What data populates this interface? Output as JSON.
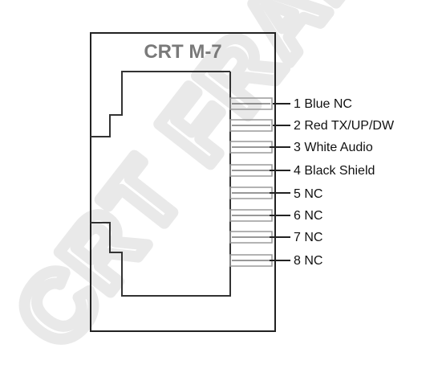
{
  "diagram": {
    "title": "CRT M-7",
    "watermark": "CRT FRANCE",
    "pins": [
      {
        "label": "1 Blue NC"
      },
      {
        "label": "2 Red TX/UP/DW"
      },
      {
        "label": "3 White Audio"
      },
      {
        "label": "4 Black Shield"
      },
      {
        "label": "5 NC"
      },
      {
        "label": "6 NC"
      },
      {
        "label": "7 NC"
      },
      {
        "label": "8 NC"
      }
    ],
    "colors": {
      "outline": "#222222",
      "title": "#7a7a7a",
      "contact": "#9a9a9a",
      "watermark": "#e9e9e9"
    }
  }
}
